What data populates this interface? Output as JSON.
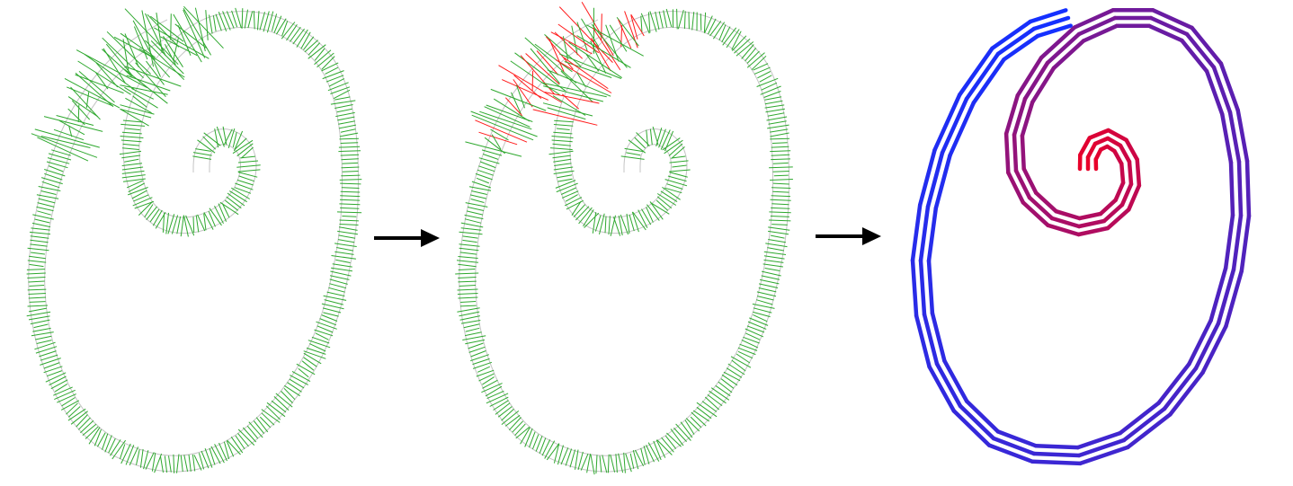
{
  "figure": {
    "panels": [
      {
        "id": "panel-1",
        "description_key": "curve-with-green-ribs"
      },
      {
        "id": "panel-2",
        "description_key": "curve-with-green-and-red-ribs"
      },
      {
        "id": "panel-3",
        "description_key": "color-gradient-strands"
      }
    ],
    "arrows": 2
  },
  "colors": {
    "outline": "#c4c4c4",
    "rib_ok": "#2ea82e",
    "rib_bad": "#ff1a1a",
    "gradient_start": "#1430ff",
    "gradient_mid": "#5b1fb0",
    "gradient_end": "#e8002a",
    "arrow": "#000000"
  }
}
